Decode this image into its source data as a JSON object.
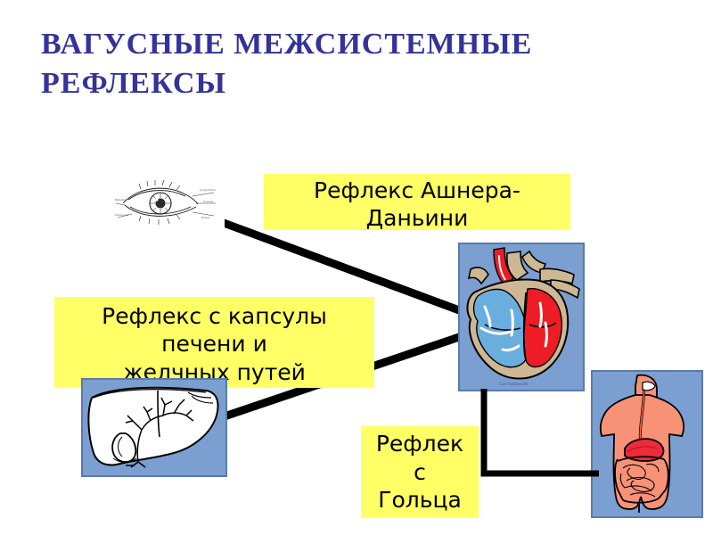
{
  "slide": {
    "title": "ВАГУСНЫЕ  МЕЖСИСТЕМНЫЕ\nРЕФЛЕКСЫ",
    "title_color": "#33339a",
    "background_color": "#ffffff"
  },
  "captions": {
    "ashner": {
      "text": "Рефлекс  Ашнера-\nДаньини",
      "box_color": "#ffff66",
      "text_color": "#000000"
    },
    "liver": {
      "text": "Рефлекс с капсулы\nпечени и\nжелчных  путей",
      "box_color": "#ffff66",
      "text_color": "#000000"
    },
    "goltz": {
      "text": "Рефлек\nс\nГольца",
      "box_color": "#ffff66",
      "text_color": "#000000"
    }
  },
  "images": {
    "eye": {
      "label": "eye-anatomy-illustration",
      "style": "black and white line drawing with leader labels"
    },
    "heart": {
      "label": "heart-cross-section-illustration",
      "frame_color": "#7b9fd0",
      "artery_color": "#ee1c25",
      "vein_color": "#6aaede",
      "wall_color": "#cdb893"
    },
    "liver": {
      "label": "liver-and-biliary-tract-illustration",
      "frame_color": "#7b9fd0",
      "organ_color": "#ffffff"
    },
    "torso": {
      "label": "digestive-system-torso-illustration",
      "frame_color": "#7b9fd0",
      "body_color": "#f79277",
      "stomach_color": "#ee2b3a"
    }
  },
  "connectors": [
    {
      "name": "eye-to-heart",
      "color": "#000000",
      "from": "eye",
      "to": "heart"
    },
    {
      "name": "liver-to-heart",
      "color": "#000000",
      "from": "liver",
      "to": "heart"
    },
    {
      "name": "heart-to-torso",
      "color": "#000000",
      "from": "heart",
      "to": "torso"
    }
  ]
}
